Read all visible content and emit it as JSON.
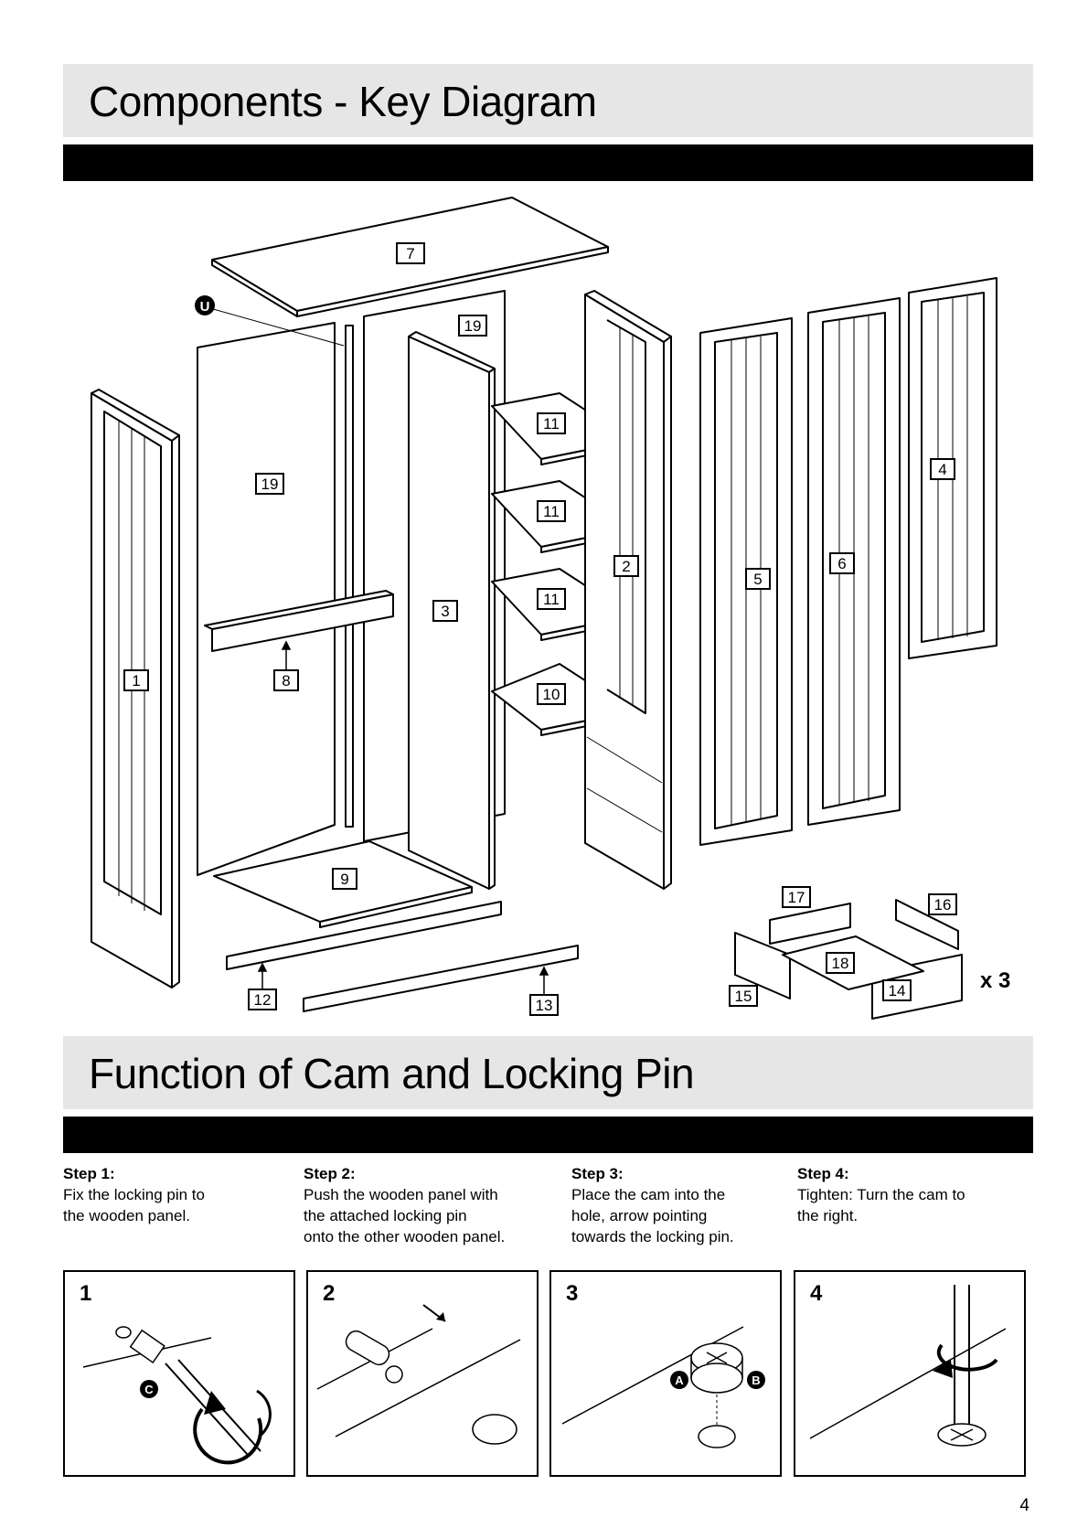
{
  "sections": {
    "components_title": "Components - Key Diagram",
    "cam_title": "Function of Cam and Locking Pin"
  },
  "diagram": {
    "labels": [
      "7",
      "19",
      "19",
      "11",
      "11",
      "11",
      "10",
      "1",
      "8",
      "3",
      "2",
      "4",
      "5",
      "6",
      "9",
      "12",
      "13",
      "17",
      "16",
      "18",
      "15",
      "14"
    ],
    "marker_u": "U",
    "quantity": "x 3"
  },
  "steps": [
    {
      "title": "Step 1:",
      "desc": "Fix the locking pin to\nthe wooden panel."
    },
    {
      "title": "Step 2:",
      "desc": "Push the wooden panel with\nthe attached locking pin\nonto the other wooden panel."
    },
    {
      "title": "Step 3:",
      "desc": "Place the cam into the\nhole, arrow pointing\ntowards the locking pin."
    },
    {
      "title": "Step 4:",
      "desc": "Tighten: Turn the cam to\nthe right."
    }
  ],
  "boxes": [
    {
      "num": "1",
      "marker": "C"
    },
    {
      "num": "2"
    },
    {
      "num": "3",
      "marker_a": "A",
      "marker_b": "B"
    },
    {
      "num": "4"
    }
  ],
  "page_number": "4"
}
